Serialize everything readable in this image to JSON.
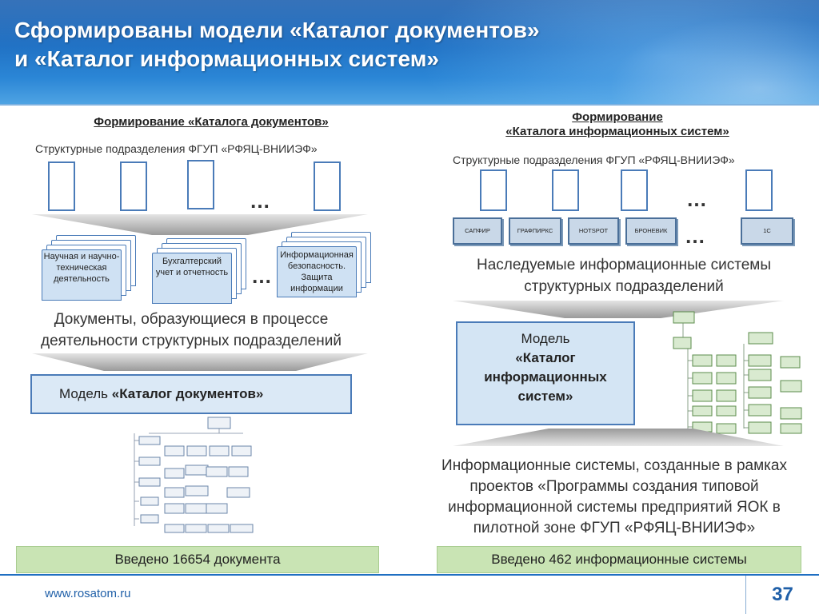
{
  "header": {
    "title_line1": "Сформированы модели «Каталог документов»",
    "title_line2": "и «Каталог информационных систем»"
  },
  "left": {
    "heading": "Формирование «Каталога документов»",
    "units_label": "Структурные подразделения ФГУП «РФЯЦ-ВНИИЭФ»",
    "dots": "…",
    "doc_groups": [
      {
        "label": "Научная и научно-техническая деятельность"
      },
      {
        "label": "Бухгалтерский учет и отчетность"
      },
      {
        "label": "Информационная безопасность. Защита информации"
      }
    ],
    "docs_caption_line1": "Документы, образующиеся в процессе",
    "docs_caption_line2": "деятельности структурных подразделений",
    "model_prefix": "Модель ",
    "model_name": "«Каталог документов»",
    "result": "Введено 16654 документа"
  },
  "right": {
    "heading_line1": "Формирование",
    "heading_line2": "«Каталога информационных систем»",
    "units_label": "Структурные подразделения ФГУП «РФЯЦ-ВНИИЭФ»",
    "dots": "…",
    "systems": [
      "САПФИР",
      "ГРАФПИРКС",
      "HOTSPOT",
      "БРОНЕВИК",
      "1С"
    ],
    "inherited_line1": "Наследуемые информационные системы",
    "inherited_line2": "структурных подразделений",
    "model_line1": "Модель",
    "model_line2": "«Каталог",
    "model_line3": "информационных",
    "model_line4": "систем»",
    "created_line1": "Информационные системы, созданные в рамках",
    "created_line2": "проектов «Программы создания типовой",
    "created_line3": "информационной системы предприятий ЯОК в",
    "created_line4": "пилотной зоне ФГУП «РФЯЦ-ВНИИЭФ»",
    "result": "Введено 462 информационные системы"
  },
  "footer": {
    "url": "www.rosatom.ru",
    "page": "37"
  },
  "colors": {
    "header_blue": "#1f6fc2",
    "box_border": "#4a7bb8",
    "model_fill": "#dbe9f6",
    "result_green": "#c9e4b4"
  }
}
